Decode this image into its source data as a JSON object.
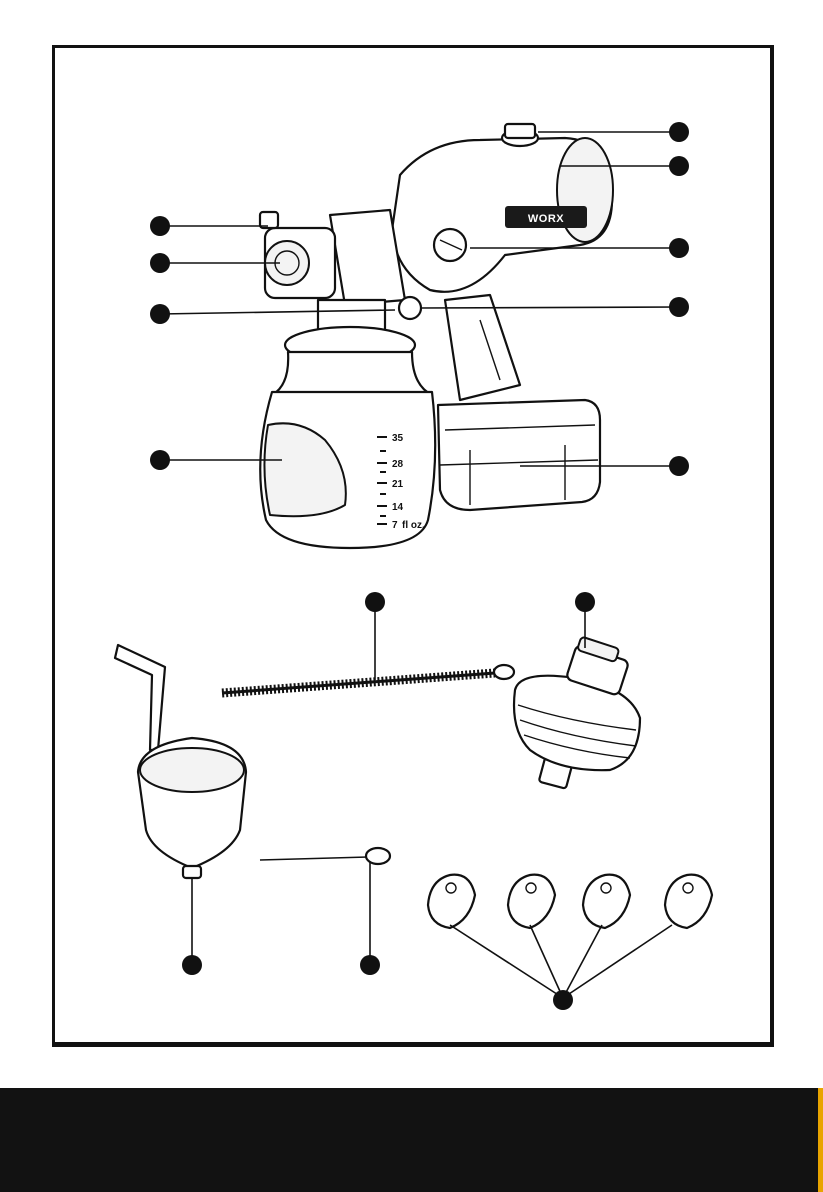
{
  "figure": {
    "brand_label": "WORX",
    "container_scale": {
      "marks": [
        "35",
        "28",
        "21",
        "14",
        "7"
      ],
      "unit": "fl oz."
    }
  },
  "footer": {
    "color": "#121212",
    "accent_color": "#e8a400"
  }
}
